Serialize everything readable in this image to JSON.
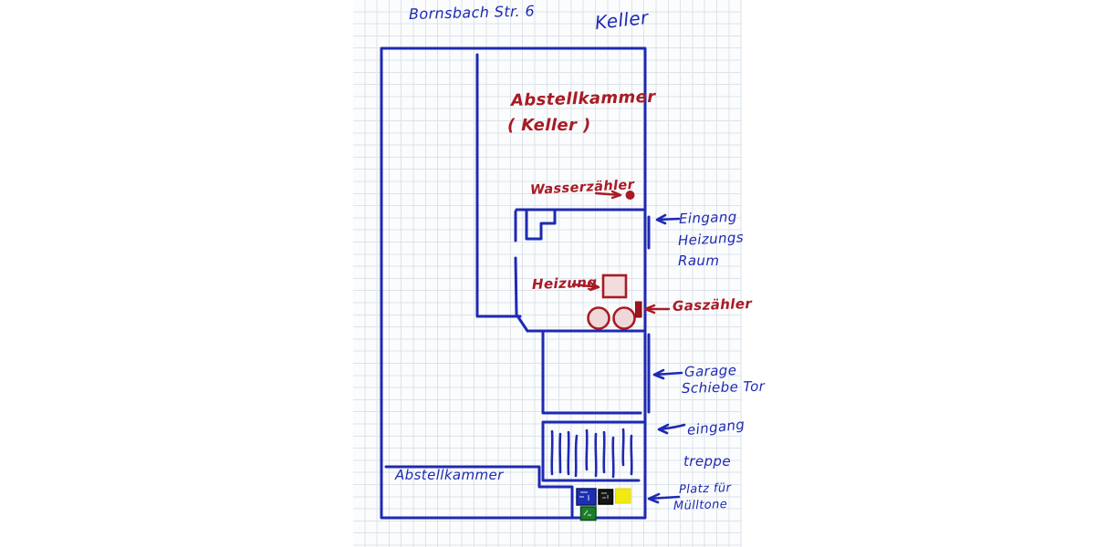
{
  "document": {
    "kind": "hand-drawn basement floor plan on graph paper",
    "street_label": "Bornsbach Str. 6",
    "floor_label": "Keller"
  },
  "colors": {
    "ink_blue": "#1e2ab2",
    "ink_red": "#a81b25",
    "paper": "#fbfcfd",
    "grid": "#dde3e9",
    "bin_blue": "#1c2fb0",
    "bin_black": "#161616",
    "bin_yellow": "#f2ea10",
    "bin_green": "#1d7d2c"
  },
  "rooms": {
    "storage_upper": {
      "line1": "Abstellkammer",
      "line2": "( Keller )"
    },
    "storage_lower": {
      "label": "Abstellkammer"
    }
  },
  "annotations": {
    "water_meter": {
      "label": "Wasserzähler",
      "marker": "red-dot"
    },
    "heating_room_entrance": {
      "line1": "Eingang",
      "line2": "Heizungs",
      "line3": "Raum"
    },
    "heater": {
      "label": "Heizung",
      "marker": "red-square"
    },
    "gas_meter": {
      "label": "Gaszähler",
      "marker": "small-red-rect"
    },
    "garage_door": {
      "line1": "Garage",
      "line2": "Schiebe Tor"
    },
    "stair_entrance": {
      "line1": "eingang",
      "line2": "treppe"
    },
    "trash_area": {
      "line1": "Platz für",
      "line2": "Mülltone"
    }
  },
  "symbols": {
    "heater_tanks": "two red circles",
    "stairs": "hatched strokes",
    "bins": [
      {
        "name": "blue-bin",
        "color": "#1c2fb0"
      },
      {
        "name": "black-bin",
        "color": "#161616"
      },
      {
        "name": "yellow-bin",
        "color": "#f2ea10"
      },
      {
        "name": "green-bin",
        "color": "#1d7d2c"
      }
    ]
  }
}
